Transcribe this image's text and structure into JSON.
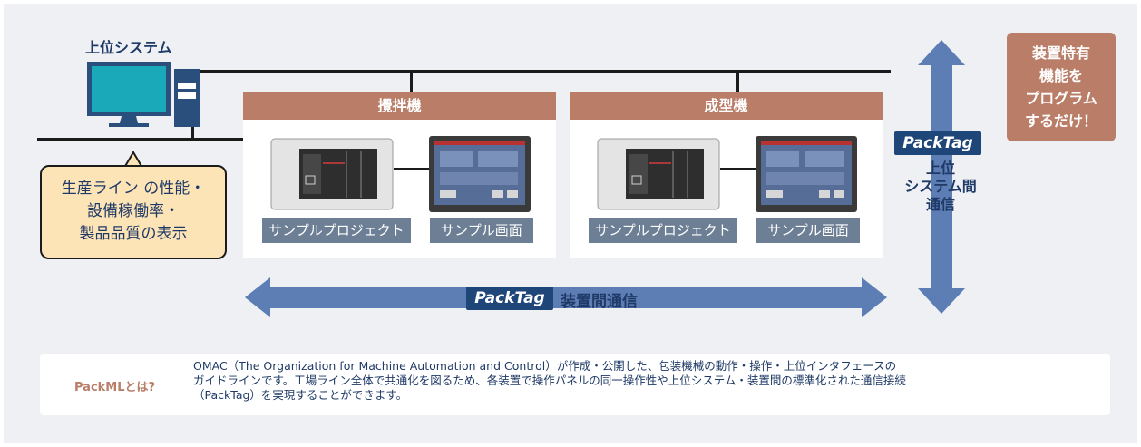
{
  "host_system": {
    "title": "上位システム"
  },
  "callout": {
    "lines": [
      "生産ライン の性能・",
      "設備稼働率・",
      "製品品質の表示"
    ]
  },
  "machines": [
    {
      "name": "攪拌機",
      "project_label": "サンプルプロジェクト",
      "screen_label": "サンプル画面"
    },
    {
      "name": "成型機",
      "project_label": "サンプルプロジェクト",
      "screen_label": "サンプル画面"
    }
  ],
  "vertical_arrow": {
    "tag": "PackTag",
    "lines": [
      "上位",
      "システム間",
      "通信"
    ]
  },
  "horizontal_arrow": {
    "tag": "PackTag",
    "label": "装置間通信"
  },
  "feature_box": {
    "lines": [
      "装置特有",
      "機能を",
      "プログラム",
      "するだけ！"
    ]
  },
  "definition": {
    "question": "PackMLとは?",
    "lines": [
      "OMAC（The Organization for Machine Automation and Control）が作成・公開した、包装機械の動作・操作・上位インタフェースの",
      "ガイドラインです。工場ライン全体で共通化を図るため、各装置で操作パネルの同一操作性や上位システム・装置間の標準化された通信接続",
      "（PackTag）を実現することができます。"
    ]
  },
  "colors": {
    "navy": "#1f3a66",
    "arrow_blue": "#5d7db5",
    "terracotta": "#b97d68",
    "caption_gray": "#6d7f95",
    "callout_fill": "#fde4b6"
  }
}
